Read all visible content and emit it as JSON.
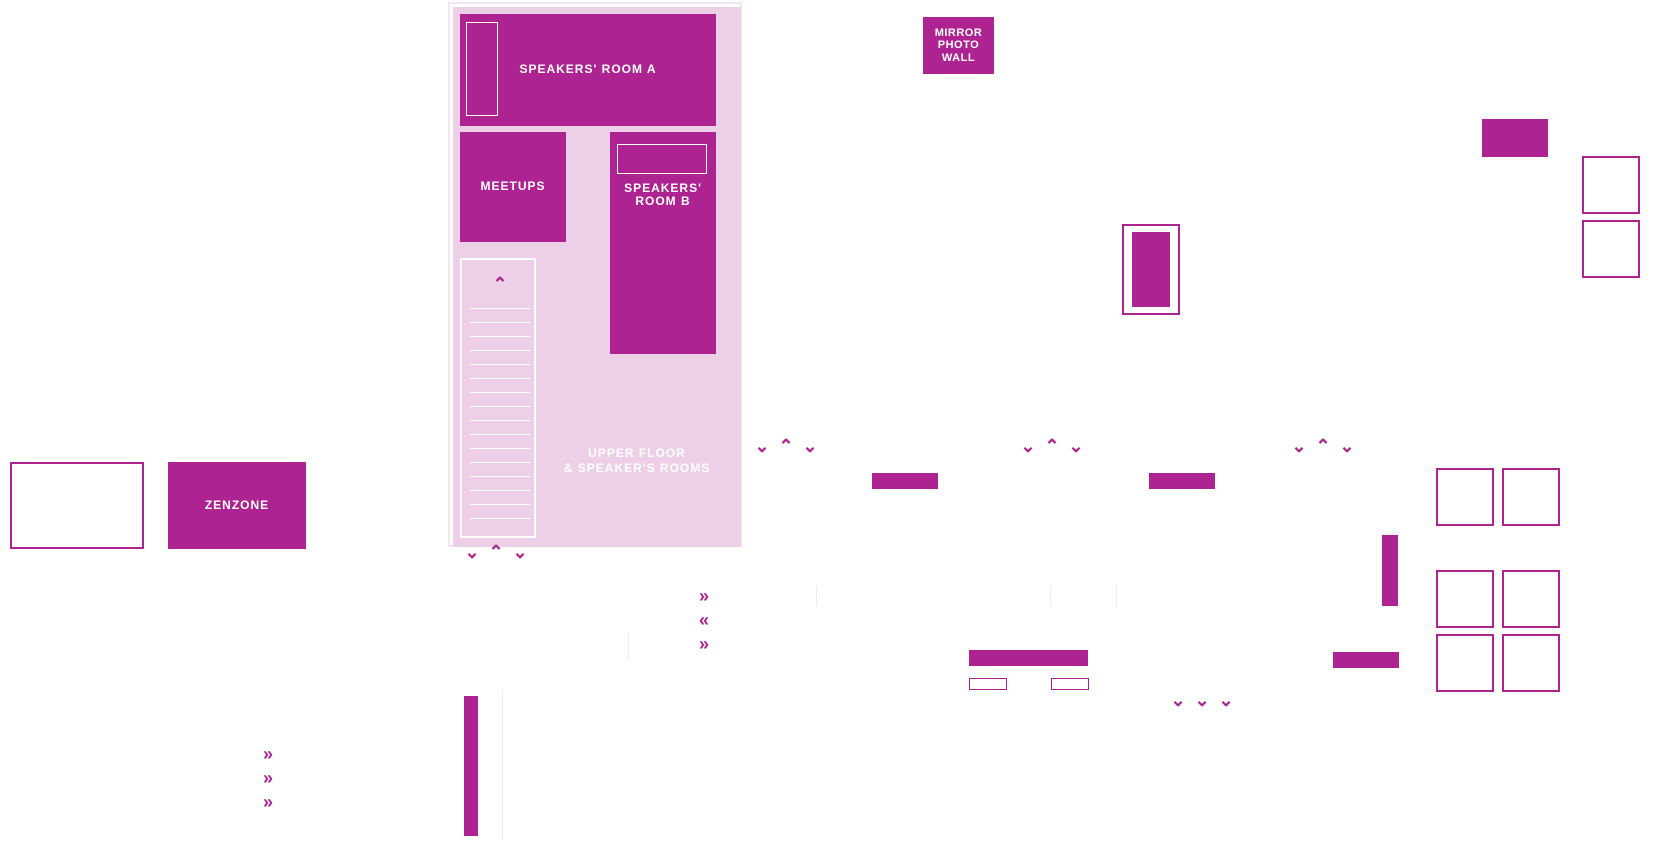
{
  "colors": {
    "magenta": "#AD2392",
    "upper_floor_bg": "#EDCFE8",
    "white": "#FFFFFF"
  },
  "rooms": {
    "speakers_room_a": "SPEAKERS' ROOM A",
    "meetups": "MEETUPS",
    "speakers_room_b": "SPEAKERS'\nROOM B",
    "zenzone": "ZENZONE",
    "mirror_photo_wall": "MIRROR\nPHOTO\nWALL"
  },
  "areas": {
    "upper_floor": "UPPER FLOOR\n& SPEAKER'S ROOMS"
  },
  "icons": {
    "chevron_up": "⌃",
    "chevron_down": "⌄",
    "chevron_right": "»",
    "chevron_left": "«"
  }
}
